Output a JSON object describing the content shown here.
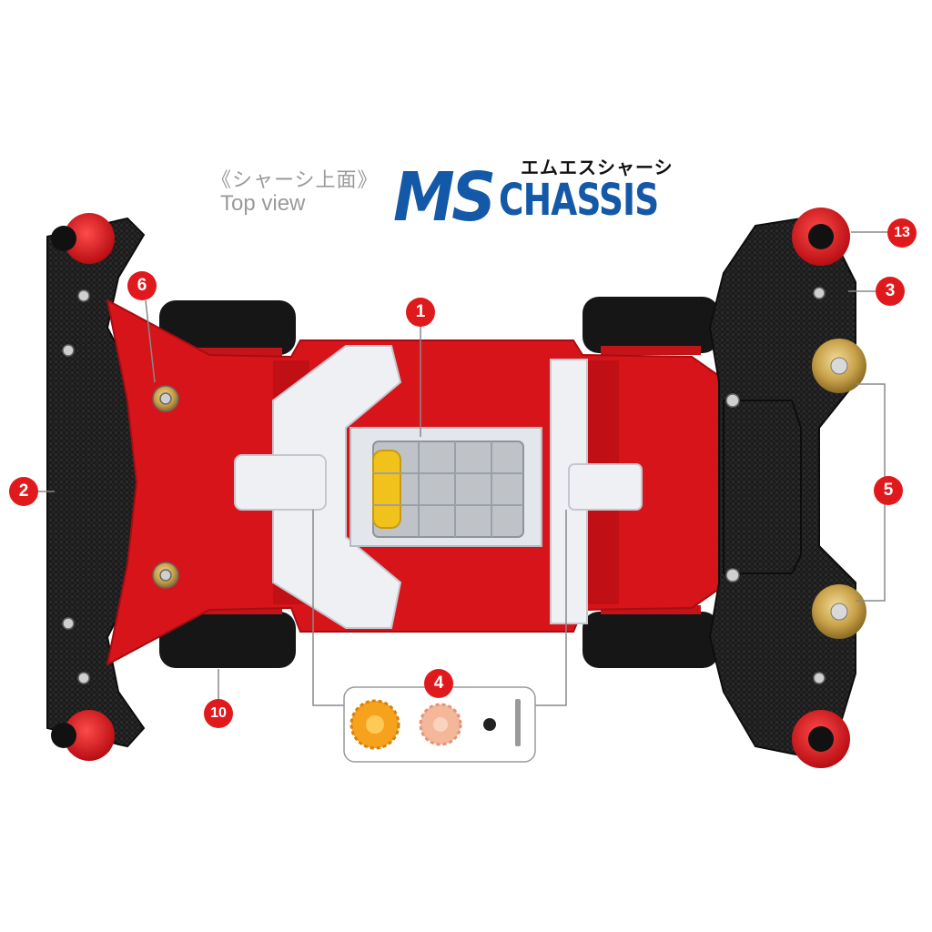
{
  "header": {
    "title_jp": "《シャーシ上面》",
    "title_en": "Top view",
    "logo_main": "MS",
    "logo_kana": "エムエスシャーシ",
    "logo_sub": "CHASSIS"
  },
  "callouts": {
    "c1": "1",
    "c2": "2",
    "c3": "3",
    "c4": "4",
    "c5": "5",
    "c6": "6",
    "c10": "10",
    "c13": "13"
  },
  "colors": {
    "chassis_red": "#d8141b",
    "carbon": "#1b1b1b",
    "tire": "#161616",
    "frame_white": "#eef0f3",
    "roller_gold": "#c9a24a",
    "callout_red": "#e0191c",
    "logo_blue": "#1458a8",
    "gear_orange": "#f6a21d",
    "gear_pink": "#f4b79a"
  }
}
